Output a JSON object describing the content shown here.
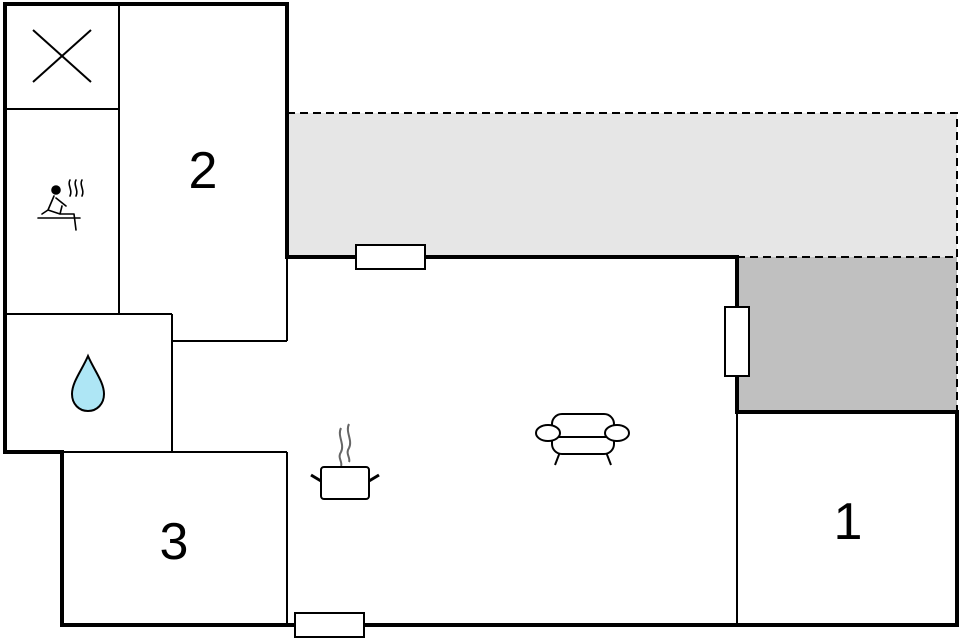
{
  "rooms": [
    {
      "id": "room-2",
      "label": "2"
    },
    {
      "id": "room-3",
      "label": "3"
    },
    {
      "id": "room-1",
      "label": "1"
    }
  ],
  "icons": {
    "closed": "x-mark-icon",
    "sauna": "sauna-icon",
    "water": "water-drop-icon",
    "kitchen": "cooking-pot-icon",
    "living": "sofa-icon"
  },
  "colors": {
    "terrace_light": "#e6e6e6",
    "terrace_dark": "#c0c0c0",
    "water_drop": "#aee6f5",
    "steam": "#666666"
  }
}
